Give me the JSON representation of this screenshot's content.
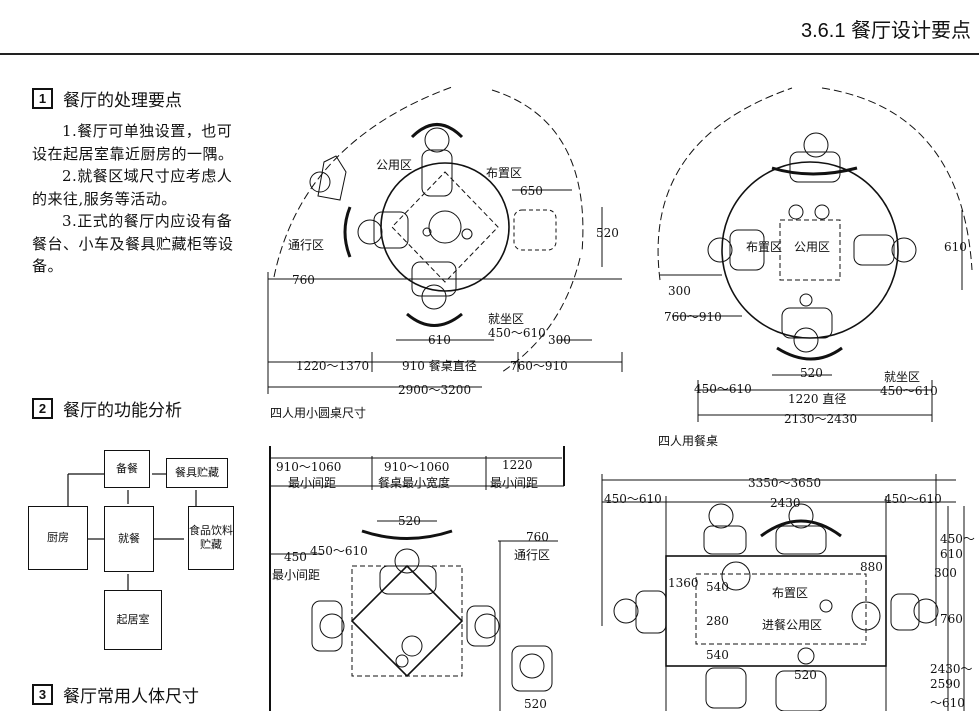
{
  "header": {
    "title": "3.6.1 餐厅设计要点"
  },
  "section1": {
    "num": "1",
    "title": "餐厅的处理要点",
    "items": [
      "1.餐厅可单独设置，也可设在起居室靠近厨房的一隅。",
      "2.就餐区域尺寸应考虑人的来往,服务等活动。",
      "3.正式的餐厅内应设有备餐台、小车及餐具贮藏柜等设备。"
    ]
  },
  "section2": {
    "num": "2",
    "title": "餐厅的功能分析",
    "boxes": {
      "prep": "备餐",
      "storage": "餐具贮藏",
      "kitchen": "厨房",
      "dining": "就餐",
      "food": "食品饮料贮藏",
      "living": "起居室"
    }
  },
  "section3": {
    "num": "3",
    "title": "餐厅常用人体尺寸"
  },
  "fig1": {
    "caption": "四人用小圆桌尺寸",
    "labels": {
      "public": "公用区",
      "layout": "布置区",
      "passage": "通行区",
      "seat": "就坐区",
      "seat_dim": "450～610"
    },
    "dims": {
      "d650": "650",
      "d520": "520",
      "d760": "760",
      "d610": "610",
      "d300": "300",
      "d1220": "1220～1370",
      "d910": "910 餐桌直径",
      "d760b": "760～910",
      "d2900": "2900～3200"
    }
  },
  "fig2": {
    "caption": "四人用餐桌",
    "labels": {
      "layout": "布置区",
      "public": "公用区",
      "seat": "就坐区"
    },
    "dims": {
      "d610": "610",
      "d300": "300",
      "d760": "760～910",
      "d520": "520",
      "d450l": "450～610",
      "d1220": "1220 直径",
      "d450r": "450～610",
      "d2130": "2130～2430"
    }
  },
  "fig3": {
    "dims": {
      "a": "910～1060",
      "a_label": "最小间距",
      "b": "910～1060",
      "b_label": "餐桌最小宽度",
      "c": "1220",
      "c_label": "最小间距",
      "d520": "520",
      "d450": "450～610",
      "d450b": "450",
      "d450b_label": "最小间距",
      "d760": "760",
      "d760_label": "通行区",
      "d520b": "520"
    }
  },
  "fig4": {
    "labels": {
      "layout": "布置区",
      "public": "进餐公用区"
    },
    "dims": {
      "d3350": "3350～3650",
      "d2430": "2430",
      "d450l": "450～610",
      "d450r": "450～610",
      "v1360": "1360",
      "v540": "540",
      "v280": "280",
      "v540b": "540",
      "v880": "880",
      "v300": "300",
      "v760": "760",
      "v2430": "2430～2590",
      "v450": "450～610",
      "v610": "～610",
      "d520": "520"
    }
  }
}
